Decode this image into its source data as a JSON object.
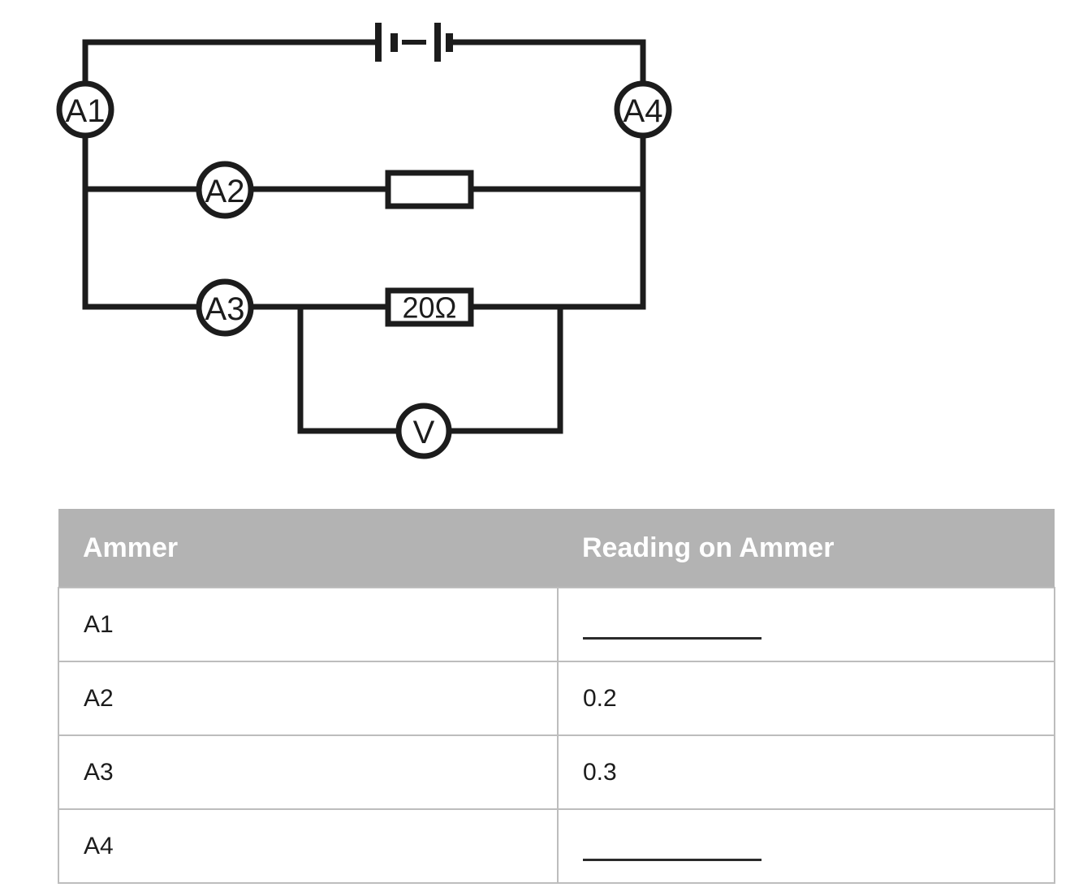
{
  "circuit": {
    "title": "parallel-circuit-with-ammeters",
    "battery": {
      "name": "battery-symbol",
      "cells": 2
    },
    "ammeters": [
      {
        "id": "A1",
        "label": "A1"
      },
      {
        "id": "A2",
        "label": "A2"
      },
      {
        "id": "A3",
        "label": "A3"
      },
      {
        "id": "A4",
        "label": "A4"
      }
    ],
    "voltmeter": {
      "id": "V",
      "label": "V"
    },
    "resistors": [
      {
        "id": "R1",
        "label": ""
      },
      {
        "id": "R2",
        "label": "20Ω"
      }
    ],
    "colors": {
      "wire": "#1c1c1c",
      "background": "#ffffff"
    }
  },
  "table": {
    "name": "ammeter-readings-table",
    "headers": {
      "col1": "Ammer",
      "col2": "Reading on Ammer"
    },
    "rows": [
      {
        "ammeter": "A1",
        "reading": "",
        "blank": true
      },
      {
        "ammeter": "A2",
        "reading": "0.2",
        "blank": false
      },
      {
        "ammeter": "A3",
        "reading": "0.3",
        "blank": false
      },
      {
        "ammeter": "A4",
        "reading": "",
        "blank": true
      }
    ],
    "colors": {
      "header_bg": "#b3b3b3",
      "header_text": "#ffffff",
      "cell_text": "#1c1c1c",
      "border": "#bdbdbd"
    }
  }
}
